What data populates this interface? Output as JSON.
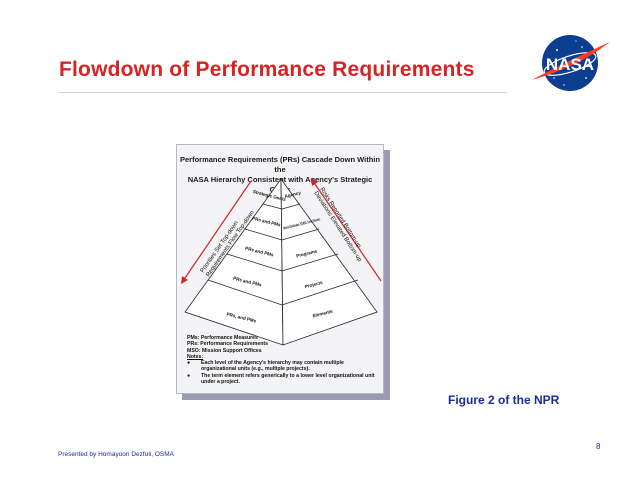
{
  "slide": {
    "title": "Flowdown of Performance Requirements",
    "caption": "Figure 2 of the NPR",
    "page_number": "8",
    "footer": "Presented by Homayoon Dezfuli, OSMA"
  },
  "logo": {
    "text": "NASA",
    "colors": {
      "blue": "#0b3d91",
      "red": "#fc3d21"
    }
  },
  "figure": {
    "heading_line1": "Performance Requirements (PRs) Cascade Down Within the",
    "heading_line2": "NASA Hierarchy Consistent with Agency's Strategic Goals",
    "left_arrow_line1": "Priorities Set Top-down",
    "left_arrow_line2": "Requirements Flow Top-down",
    "right_arrow_line1": "Risks Reported Bottom-up",
    "right_arrow_line2": "Deviations Elevated Bottom-up",
    "left_faces": [
      "Strategic Goals",
      "PRs and PMs",
      "PRs and PMs",
      "PRs and PMs",
      "PRs, and PMs"
    ],
    "right_faces": [
      "Agency",
      "Mission Directorates, HQ MSO, Center Directors",
      "Programs",
      "Projects",
      "Elements"
    ],
    "notes": {
      "abbreviations": [
        "PMs: Performance Measures",
        "PRs: Performance Requirements",
        "MSO: Mission Support Offices"
      ],
      "label": "Notes:",
      "bullet_symbol": "●",
      "items": [
        "Each level of the Agency's hierarchy may contain multiple organizational units (e.g., multiple projects).",
        "The term element refers generically to a lower level organizational unit under a project."
      ]
    }
  }
}
